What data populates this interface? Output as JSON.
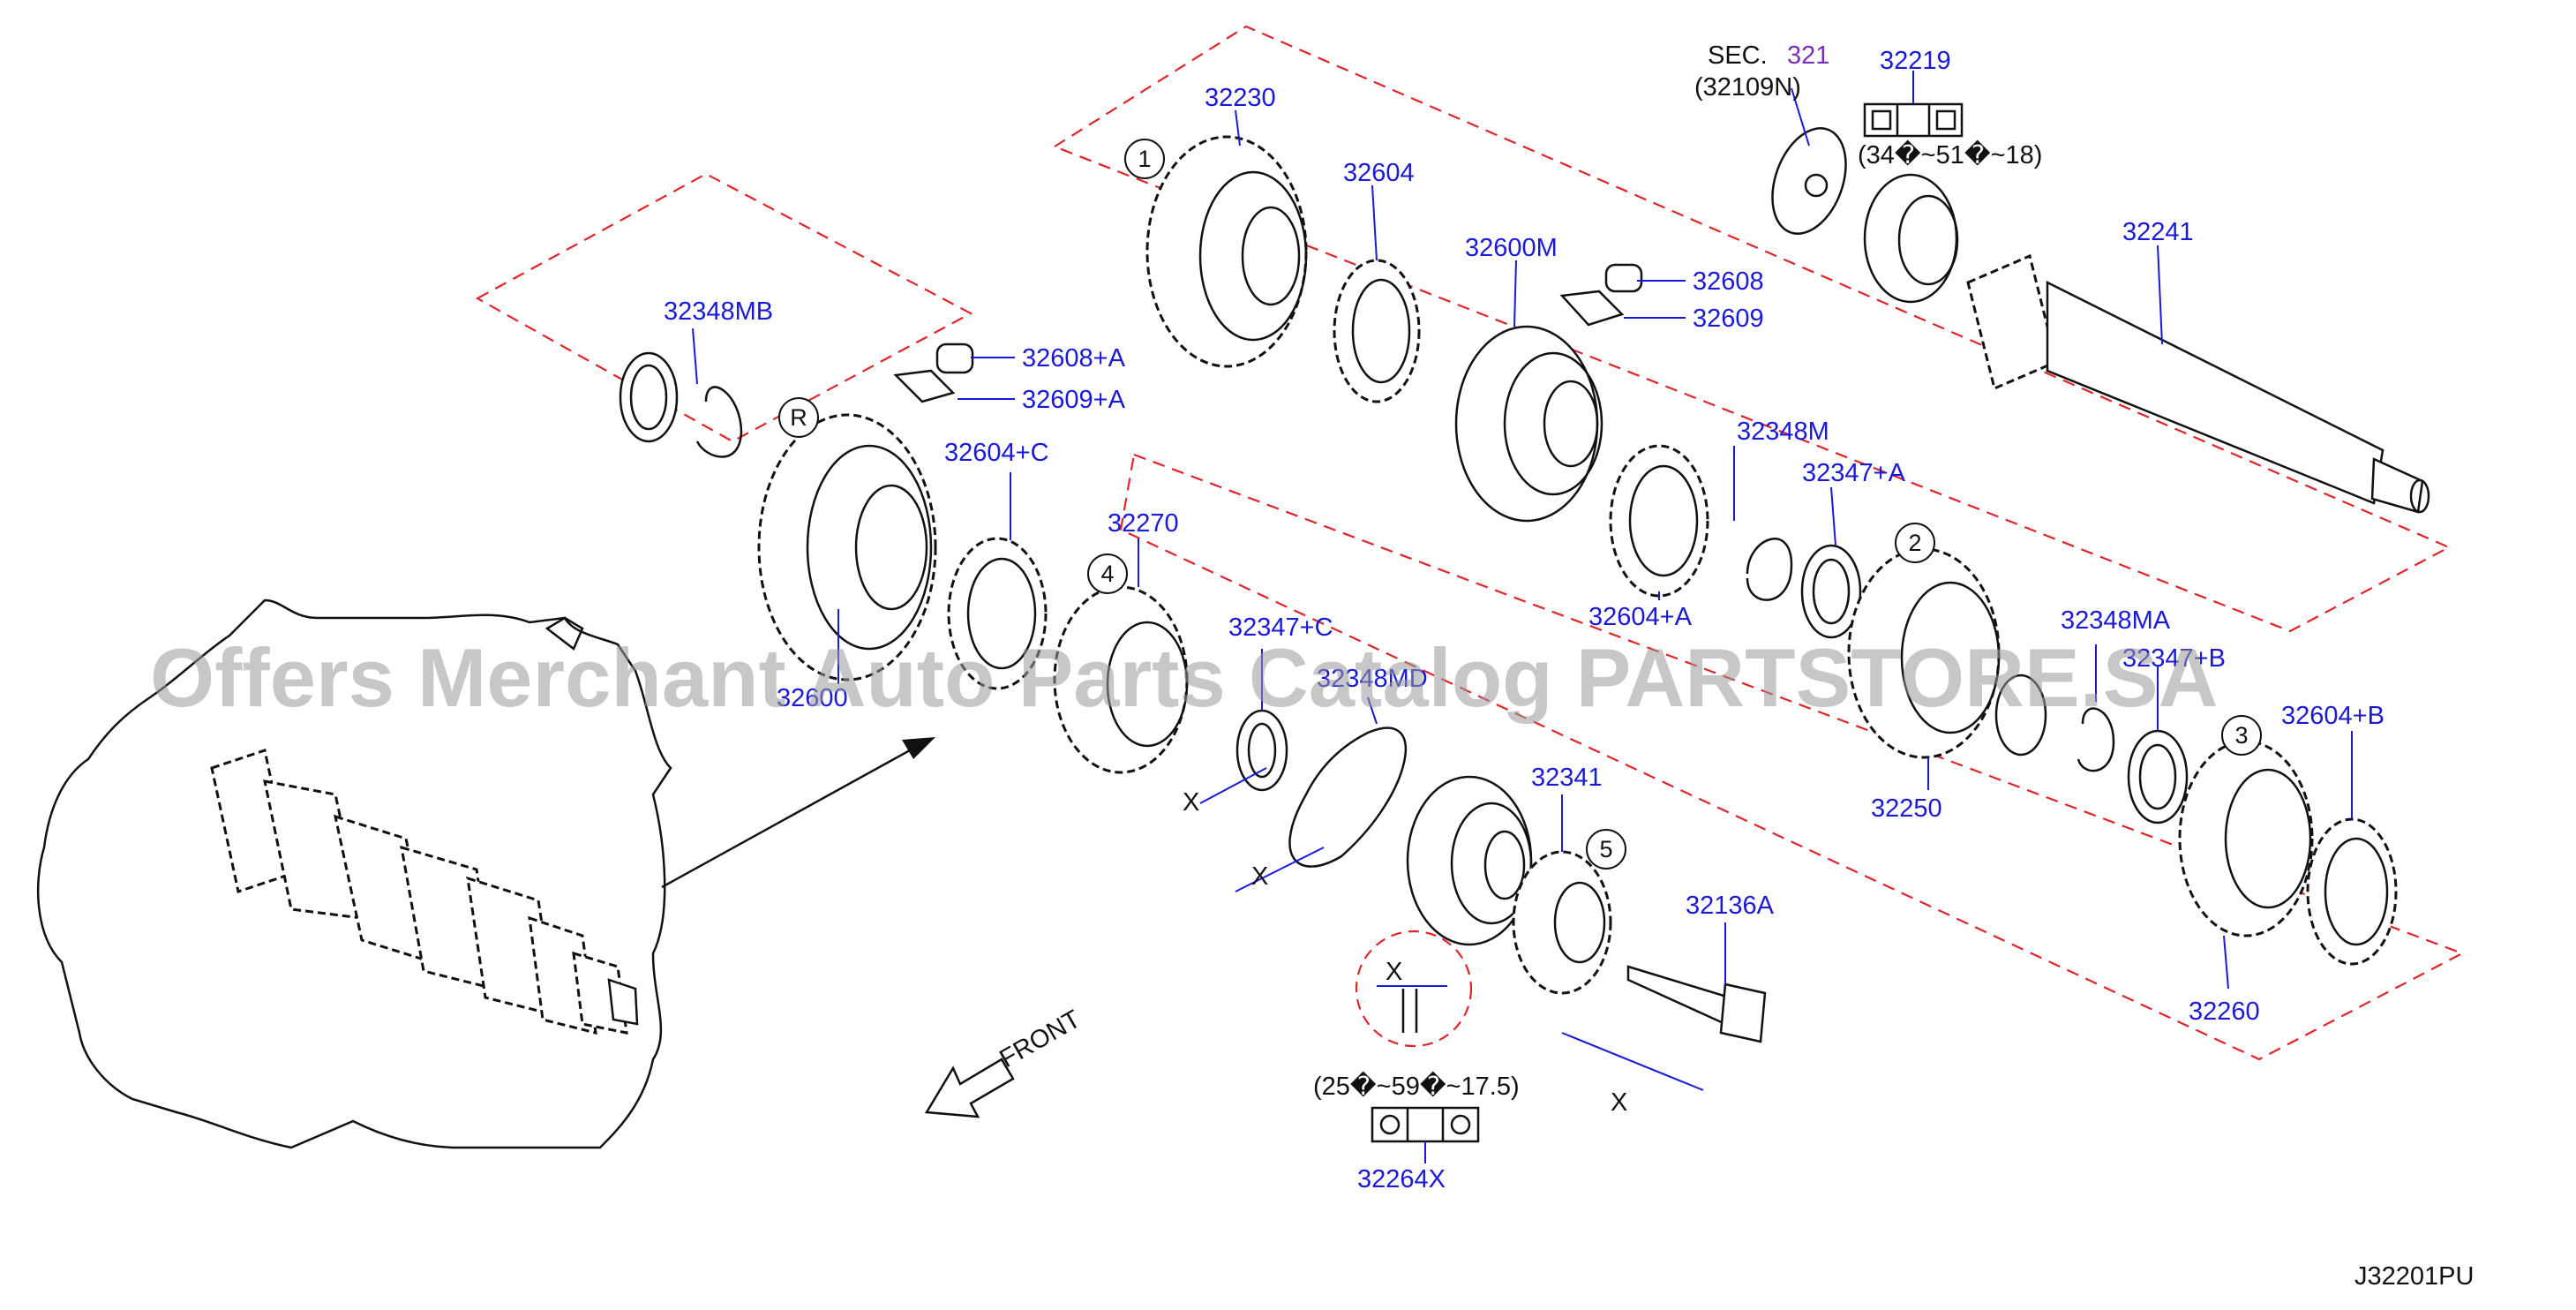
{
  "diagram_code": "J32201PU",
  "watermark": "Offers Merchant Auto Parts Catalog PARTSTORE.SA",
  "section_ref": {
    "sec": "SEC.",
    "num": "321",
    "sub": "(32109N)"
  },
  "front_label": "FRONT",
  "dimension_x": "X",
  "part_numbers": [
    "32230",
    "32604",
    "32600M",
    "32608",
    "32609",
    "32219",
    "32241",
    "32348MB",
    "32608+A",
    "32609+A",
    "32604+C",
    "32270",
    "32348M",
    "32347+A",
    "32604+A",
    "32347+C",
    "32348MD",
    "32348MA",
    "32347+B",
    "32604+B",
    "32250",
    "32260",
    "32341",
    "32136A",
    "32264X",
    "32600"
  ],
  "callouts": [
    "1",
    "2",
    "3",
    "4",
    "5",
    "R"
  ],
  "spec_32219": "(34�~51�~18)",
  "spec_32264X": "(25�~59�~17.5)",
  "colors": {
    "part_number": "#1a1ad6",
    "outline_dash": "#e0252a",
    "line": "#111111",
    "section_num": "#7a2fb8"
  }
}
